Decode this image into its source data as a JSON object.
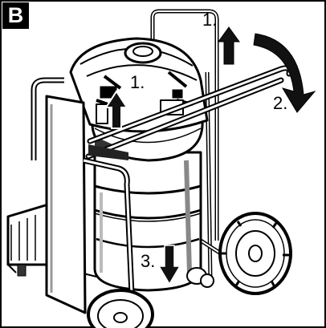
{
  "panel": {
    "letter": "B"
  },
  "steps": [
    {
      "id": "step-1-top",
      "label": "1."
    },
    {
      "id": "step-1-clip",
      "label": "1."
    },
    {
      "id": "step-2",
      "label": "2."
    },
    {
      "id": "step-3",
      "label": "3."
    }
  ],
  "icons": {
    "up_arrow": "arrow-up-icon",
    "down_arrow": "arrow-down-icon",
    "rotate_arrow": "curved-rotate-arrow-icon"
  },
  "colors": {
    "ink": "#000000",
    "paper": "#ffffff",
    "shade": "#9a9a9a"
  }
}
